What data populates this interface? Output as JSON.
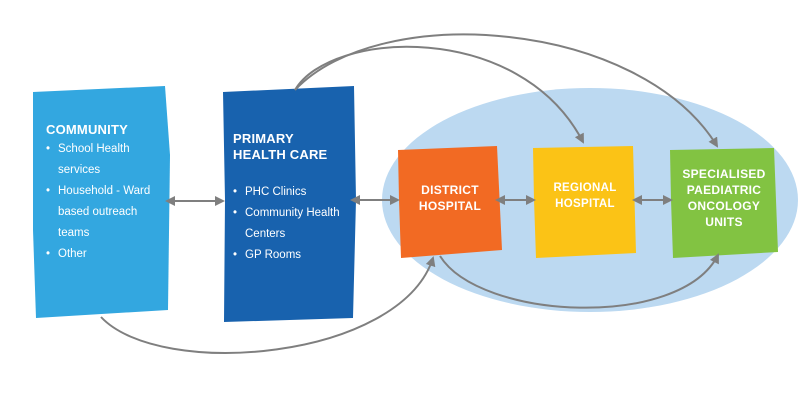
{
  "colors": {
    "community": "#33a7e0",
    "primary_care": "#1862ae",
    "district": "#f26a23",
    "regional": "#fbc316",
    "specialised": "#82c342",
    "ellipse": "#bcd9f1",
    "arrow": "#7f7f7f"
  },
  "community": {
    "title": "COMMUNITY",
    "items": [
      "School Health services",
      "Household - Ward based outreach teams",
      "Other"
    ]
  },
  "primary_care": {
    "title_line1": "PRIMARY",
    "title_line2": "HEALTH CARE",
    "items": [
      "PHC Clinics",
      "Community Health Centers",
      "GP Rooms"
    ]
  },
  "district_hospital": {
    "line1": "DISTRICT",
    "line2": "HOSPITAL"
  },
  "regional_hospital": {
    "line1": "REGIONAL",
    "line2": "HOSPITAL"
  },
  "specialised_units": {
    "line1": "SPECIALISED",
    "line2": "PAEDIATRIC",
    "line3": "ONCOLOGY",
    "line4": "UNITS"
  }
}
